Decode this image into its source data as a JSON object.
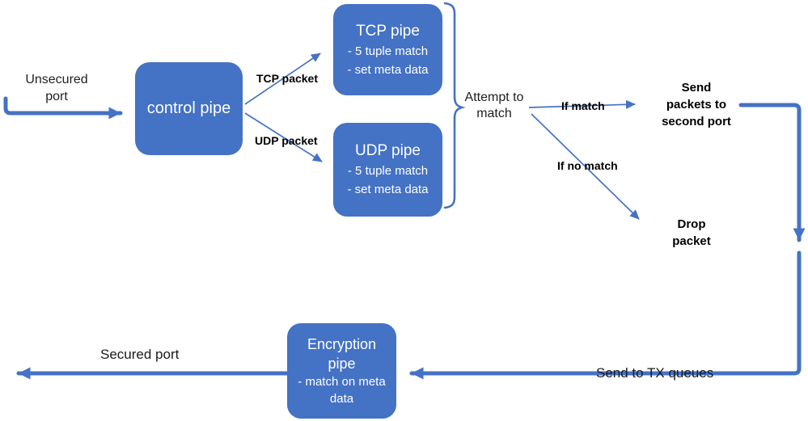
{
  "nodes": {
    "control_pipe": {
      "label": "control pipe"
    },
    "tcp_pipe": {
      "title": "TCP pipe",
      "items": [
        "- 5 tuple match",
        "- set meta data"
      ]
    },
    "udp_pipe": {
      "title": "UDP pipe",
      "items": [
        "- 5 tuple match",
        "- set meta data"
      ]
    },
    "encryption_pipe": {
      "title": "Encryption pipe",
      "items": [
        "- match on meta data"
      ]
    }
  },
  "labels": {
    "unsecured_port": "Unsecured port",
    "tcp_packet": "TCP packet",
    "udp_packet": "UDP packet",
    "attempt_to_match": "Attempt to match",
    "if_match": "If match",
    "if_no_match": "If no match",
    "send_packets_to_second_port": "Send packets to second port",
    "drop_packet": "Drop packet",
    "send_to_tx_queues": "Send to TX queues",
    "secured_port": "Secured port"
  },
  "colors": {
    "node_fill": "#4472C4",
    "node_text": "#FFFFFF",
    "arrow": "#4472C4",
    "label_text": "#1F1F1F",
    "bold_label_text": "#000000"
  }
}
